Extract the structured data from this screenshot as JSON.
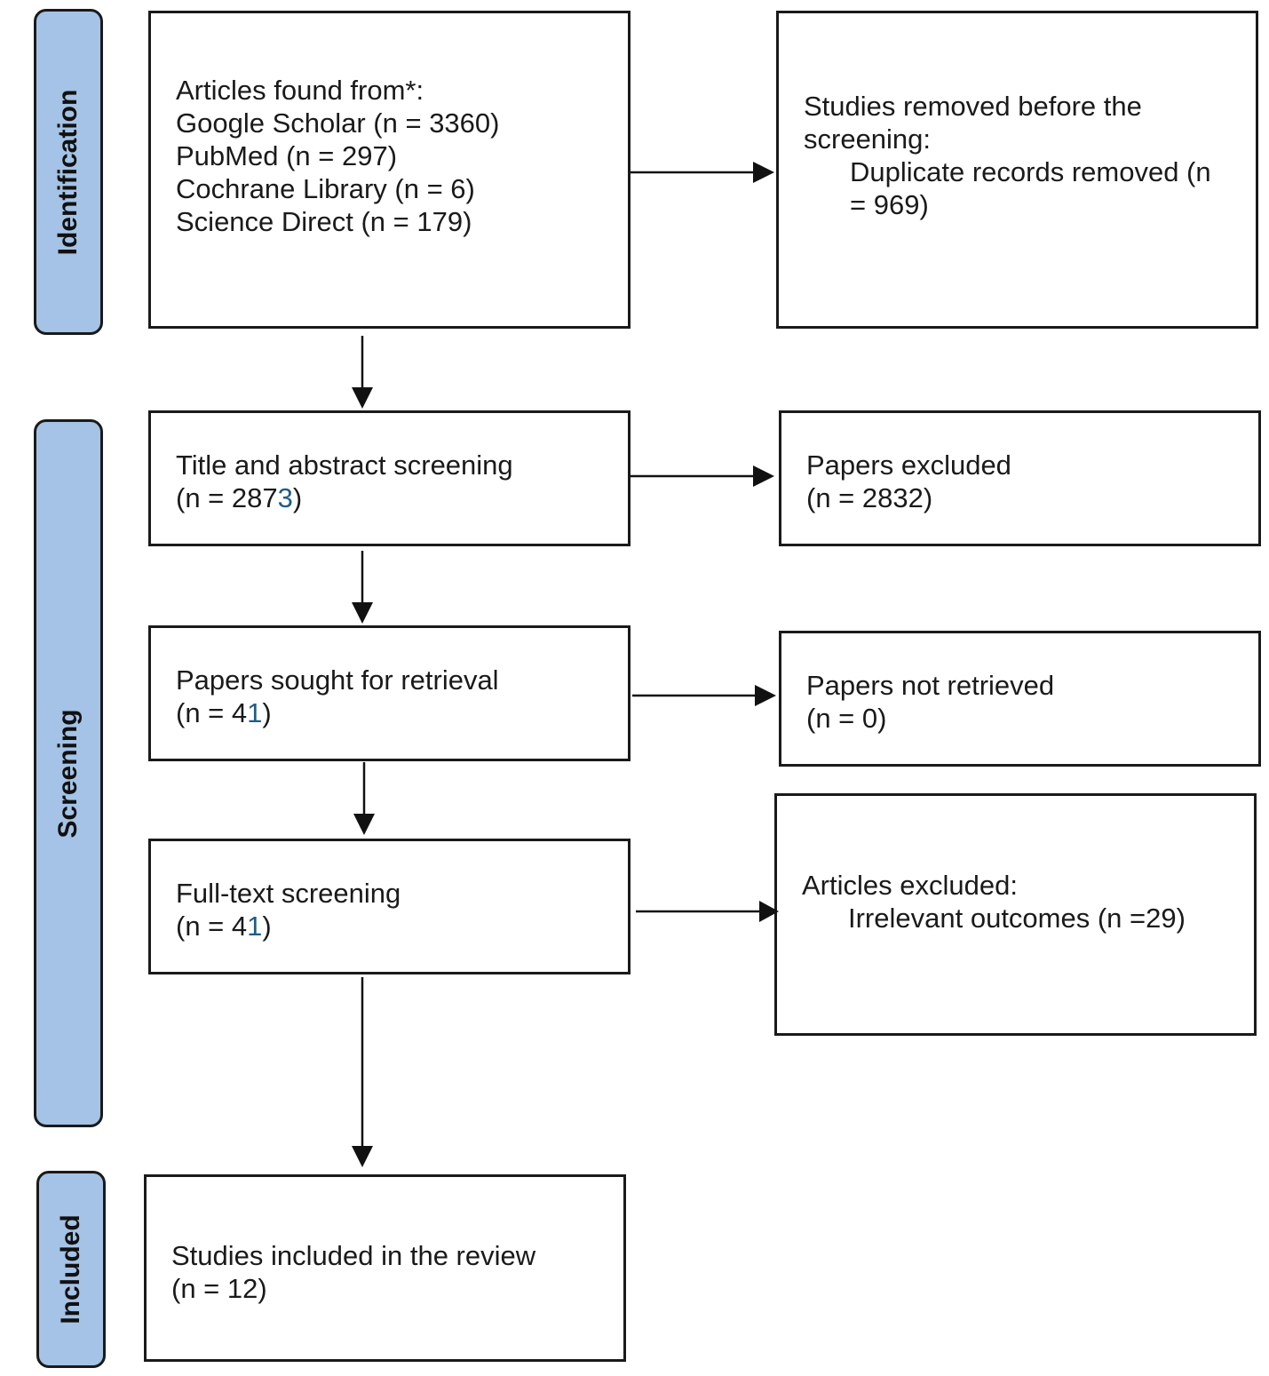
{
  "phases": {
    "identification": "Identification",
    "screening": "Screening",
    "included": "Included"
  },
  "boxes": {
    "articles_found": {
      "heading": "Articles found from*:",
      "sources": [
        "Google Scholar (n = 3360)",
        "PubMed (n = 297)",
        "Cochrane Library (n = 6)",
        "Science Direct (n = 179)"
      ]
    },
    "removed_before_screening": {
      "heading_line1": "Studies removed before the",
      "heading_line2": "screening:",
      "detail_line1": "Duplicate records removed (n",
      "detail_line2": "= 969)"
    },
    "title_abstract": {
      "label": "Title and abstract screening",
      "count_prefix": "(n = 287",
      "count_accent": "3",
      "count_suffix": ")"
    },
    "papers_excluded": {
      "label": "Papers excluded",
      "count": "(n = 2832)"
    },
    "sought_retrieval": {
      "label": "Papers sought for retrieval",
      "count_prefix": "(n = 4",
      "count_accent": "1",
      "count_suffix": ")"
    },
    "not_retrieved": {
      "label": "Papers not retrieved",
      "count": "(n = 0)"
    },
    "full_text": {
      "label": "Full-text screening",
      "count_prefix": "(n = 4",
      "count_accent": "1",
      "count_suffix": ")"
    },
    "articles_excluded": {
      "heading": "Articles excluded:",
      "detail": "Irrelevant outcomes (n =29)"
    },
    "included_studies": {
      "label": "Studies included in the review",
      "count": "(n = 12)"
    }
  },
  "colors": {
    "phase_fill": "#a4c3e6",
    "border": "#1a1a1a",
    "accent_digit": "#1f5c86"
  }
}
